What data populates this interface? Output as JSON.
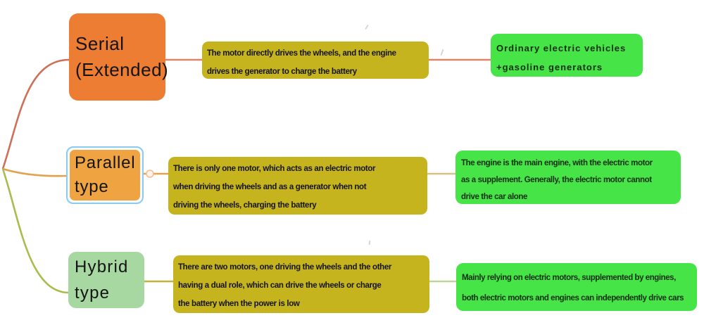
{
  "diagram": {
    "type": "mindmap",
    "selected_node": "Parallel type",
    "branches": [
      {
        "id": "serial",
        "topic_lines": [
          "Serial",
          "(Extended)"
        ],
        "description_lines": [
          "The motor directly drives the wheels, and the engine",
          "drives the generator to charge the battery"
        ],
        "example_lines": [
          "Ordinary electric vehicles",
          "+gasoline generators"
        ]
      },
      {
        "id": "parallel",
        "topic_lines": [
          "Parallel",
          "type"
        ],
        "description_lines": [
          "There is only one motor, which acts as an electric motor",
          "when driving the wheels and as a generator when not",
          "driving the wheels, charging the battery"
        ],
        "example_lines": [
          "The engine is the main engine, with the electric motor",
          "as a supplement. Generally, the electric motor cannot",
          "drive the car alone"
        ]
      },
      {
        "id": "hybrid",
        "topic_lines": [
          "Hybrid",
          "type"
        ],
        "description_lines": [
          "There are two motors, one driving the wheels and the other",
          "having a dual role, which can drive the wheels or charge",
          "the battery when the power is low"
        ],
        "example_lines": [
          "Mainly relying on electric motors, supplemented by engines,",
          "both electric motors and engines can independently drive cars"
        ]
      }
    ],
    "colors": {
      "serial_topic_fill": "#ED7D32",
      "parallel_topic_fill": "#F0A441",
      "hybrid_topic_fill": "#A7D8A2",
      "description_fill": "#C6B41E",
      "example_fill": "#46E446",
      "selection_border": "#8EC9EF",
      "branch_line_serial": "#CE6F57",
      "branch_line_parallel": "#E2A24B",
      "branch_line_hybrid": "#A8BD4F",
      "connector_row1": "#E0826A",
      "connector_row2_left": "#E2A24B",
      "connector_row2_right": "#D8C187",
      "connector_row3_left": "#C2B23A",
      "connector_row3_right": "#BCD795"
    }
  }
}
